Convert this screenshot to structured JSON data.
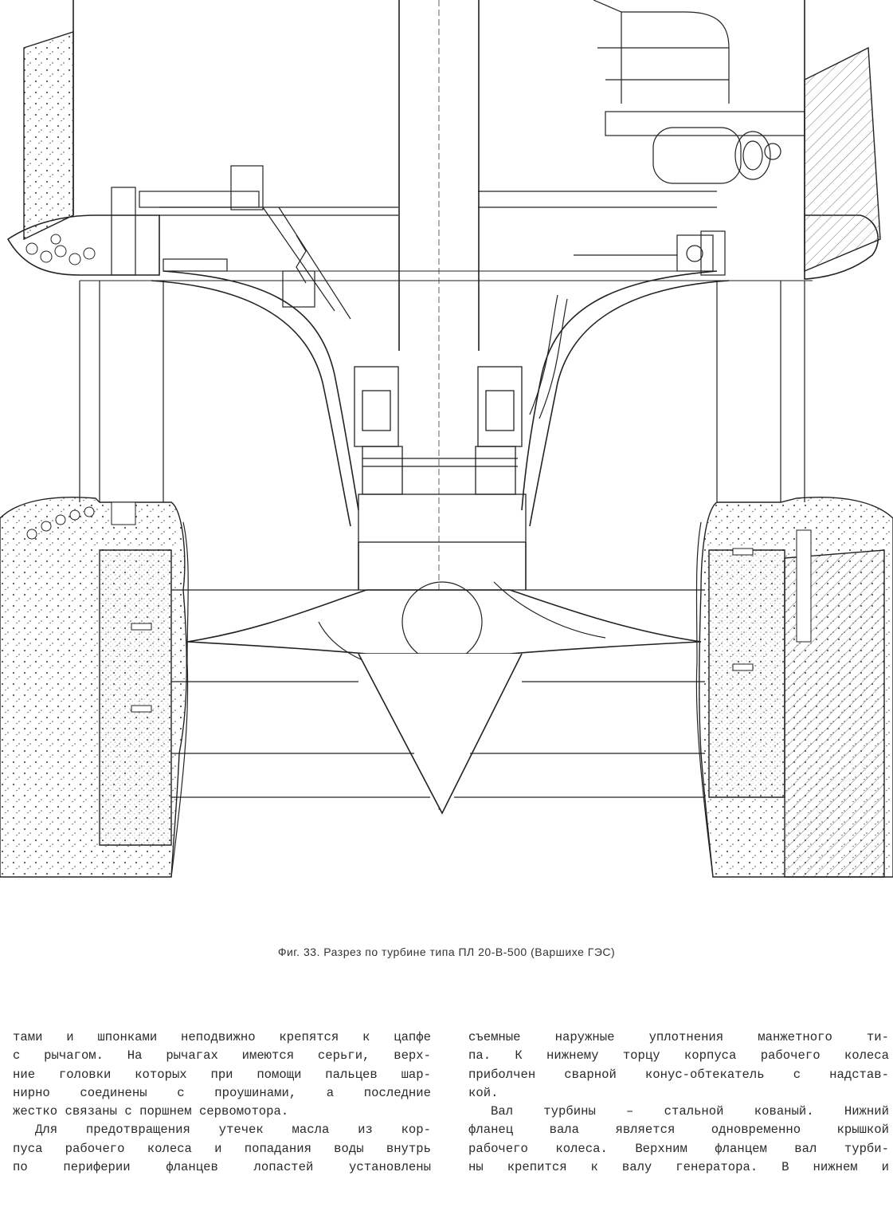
{
  "figure": {
    "caption": "Фиг. 33. Разрез по турбине типа ПЛ 20-В-500 (Варшихе ГЭС)"
  },
  "text": {
    "left_column": [
      "тами и шпонками неподвижно крепятся к цапфе",
      "с рычагом. На рычагах имеются серьги, верх-",
      "ние головки которых при помощи пальцев шар-",
      "нирно соединены с проушинами, а последние",
      "жестко связаны с поршнем сервомотора.",
      "Для предотвращения утечек масла из кор-",
      "пуса рабочего колеса и попадания воды внутрь",
      "по периферии фланцев лопастей установлены"
    ],
    "right_column": [
      "съемные наружные уплотнения манжетного ти-",
      "па. К нижнему торцу корпуса рабочего колеса",
      "приболчен сварной конус-обтекатель с надстав-",
      "кой.",
      "Вал турбины – стальной кованый. Нижний",
      "фланец вала является одновременно крышкой",
      "рабочего колеса. Верхним фланцем вал турби-",
      "ны крепится к валу генератора. В нижнем и"
    ]
  }
}
